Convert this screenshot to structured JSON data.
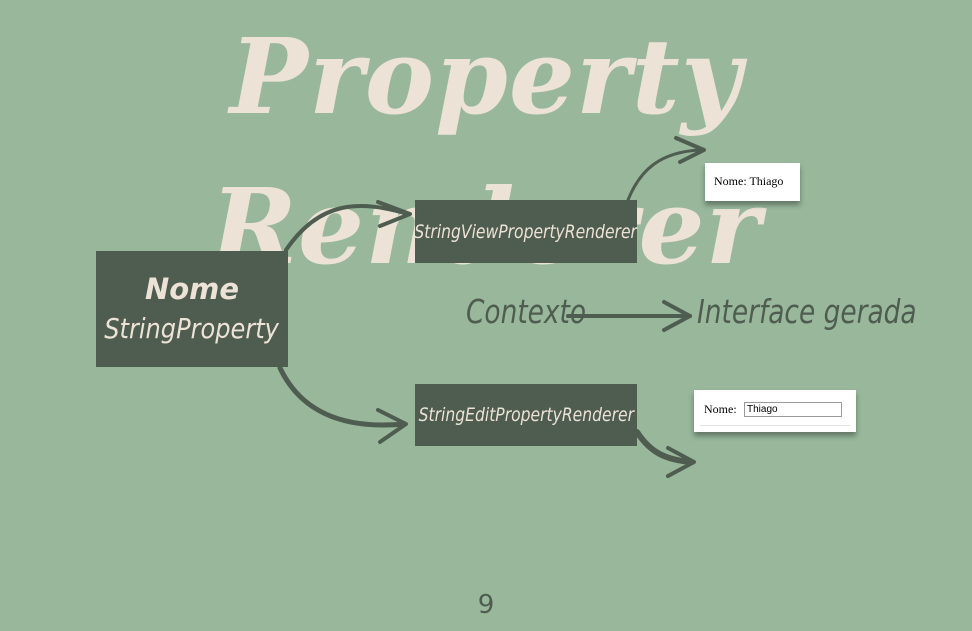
{
  "title": "Property Renderer",
  "source_box": {
    "line1": "Nome",
    "line2": "StringProperty"
  },
  "view_box": {
    "label": "StringViewPropertyRenderer"
  },
  "edit_box": {
    "label": "StringEditPropertyRenderer"
  },
  "legend": {
    "from": "Contexto",
    "to": "Interface gerada"
  },
  "view_output": {
    "text": "Nome: Thiago"
  },
  "edit_output": {
    "label": "Nome:",
    "value": "Thiago"
  },
  "page_number": "9",
  "colors": {
    "background": "#98b79b",
    "box": "#4f5d50",
    "title": "#ece2d6"
  }
}
